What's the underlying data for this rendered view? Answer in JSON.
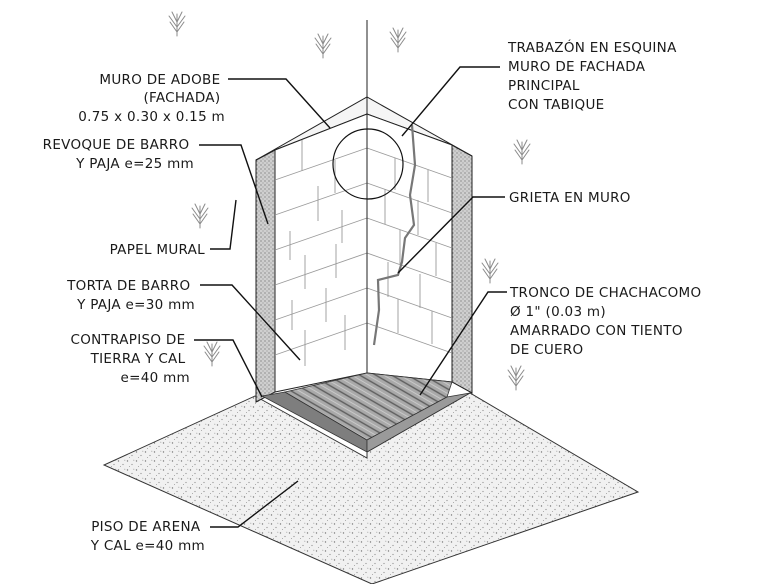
{
  "labels": {
    "muro_adobe": [
      "MURO DE ADOBE",
      "(FACHADA)",
      "0.75 x 0.30 x 0.15 m"
    ],
    "revoque": [
      "REVOQUE DE BARRO",
      "Y PAJA e=25 mm"
    ],
    "papel_mural": [
      "PAPEL MURAL"
    ],
    "torta": [
      "TORTA DE BARRO",
      "Y PAJA e=30 mm"
    ],
    "contrapiso": [
      "CONTRAPISO DE",
      "TIERRA Y CAL",
      "e=40 mm"
    ],
    "piso": [
      "PISO DE ARENA",
      "Y CAL e=40 mm"
    ],
    "trabazon": [
      "TRABAZÓN EN ESQUINA",
      "MURO DE FACHADA",
      "PRINCIPAL",
      "CON TABIQUE"
    ],
    "grieta": [
      "GRIETA EN MURO"
    ],
    "tronco": [
      "TRONCO DE CHACHACOMO",
      "Ø 1\" (0.03 m)",
      "AMARRADO CON TIENTO",
      "DE CUERO"
    ]
  },
  "colors": {
    "line": "#111111",
    "sand": "#d9d9d9",
    "plaster": "#bdbdbd",
    "mud_slab": "#8c8c8c",
    "brick_line": "#9a9a9a"
  },
  "icons": [
    "grass-tuft-icon"
  ]
}
